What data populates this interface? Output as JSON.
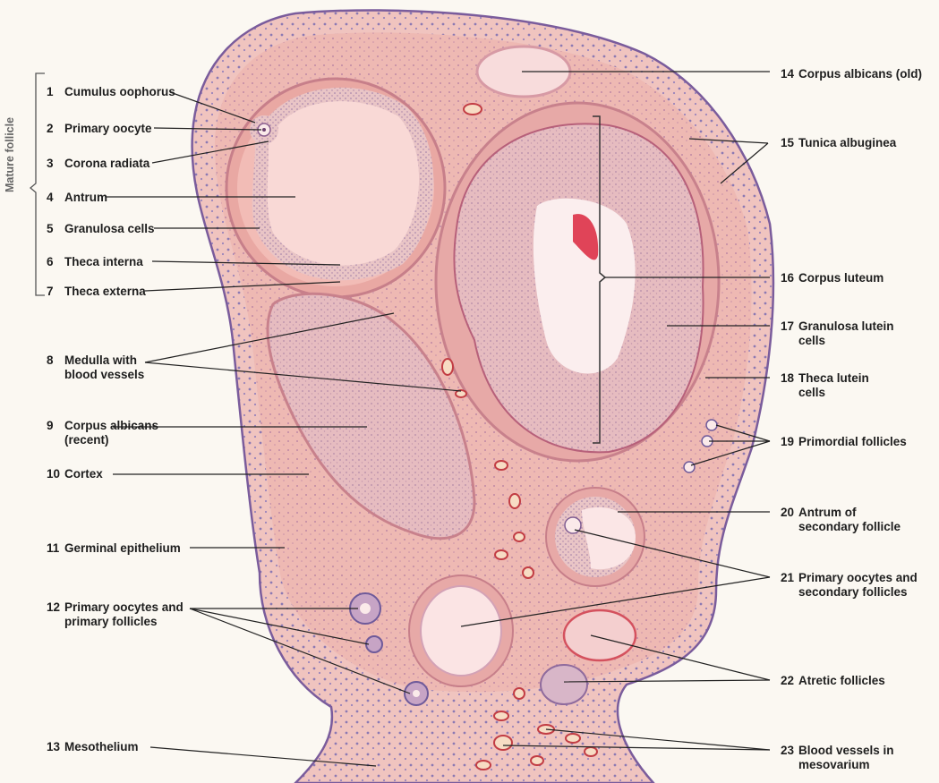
{
  "side_label": "Mature follicle",
  "labels": [
    {
      "num": "1",
      "text": "Cumulus oophorus"
    },
    {
      "num": "2",
      "text": "Primary oocyte"
    },
    {
      "num": "3",
      "text": "Corona radiata"
    },
    {
      "num": "4",
      "text": "Antrum"
    },
    {
      "num": "5",
      "text": "Granulosa cells"
    },
    {
      "num": "6",
      "text": "Theca interna"
    },
    {
      "num": "7",
      "text": "Theca externa"
    },
    {
      "num": "8",
      "text": "Medulla with",
      "text2": "blood vessels"
    },
    {
      "num": "9",
      "text": "Corpus albicans",
      "text2": "(recent)"
    },
    {
      "num": "10",
      "text": "Cortex"
    },
    {
      "num": "11",
      "text": "Germinal epithelium"
    },
    {
      "num": "12",
      "text": "Primary oocytes and",
      "text2": "primary follicles"
    },
    {
      "num": "13",
      "text": "Mesothelium"
    },
    {
      "num": "14",
      "text": "Corpus albicans (old)"
    },
    {
      "num": "15",
      "text": "Tunica albuginea"
    },
    {
      "num": "16",
      "text": "Corpus luteum"
    },
    {
      "num": "17",
      "text": "Granulosa lutein",
      "text2": "cells"
    },
    {
      "num": "18",
      "text": "Theca lutein",
      "text2": "cells"
    },
    {
      "num": "19",
      "text": "Primordial follicles"
    },
    {
      "num": "20",
      "text": "Antrum of",
      "text2": "secondary follicle"
    },
    {
      "num": "21",
      "text": "Primary oocytes and",
      "text2": "secondary follicles"
    },
    {
      "num": "22",
      "text": "Atretic follicles"
    },
    {
      "num": "23",
      "text": "Blood vessels in",
      "text2": "mesovarium"
    }
  ]
}
